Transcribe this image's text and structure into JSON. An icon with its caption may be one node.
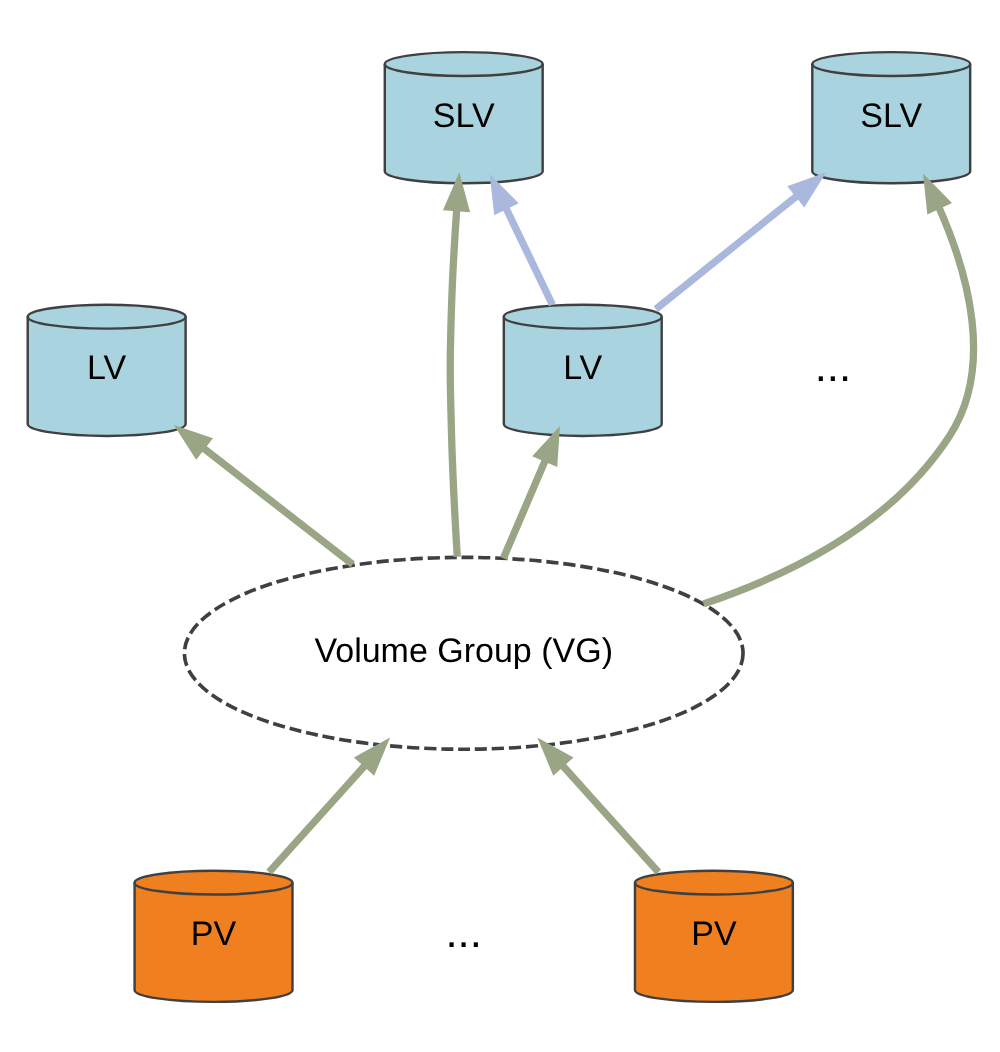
{
  "diagram": {
    "nodes": [
      {
        "text": [
          "LV"
        ]
      },
      {
        "text": [
          "LV"
        ]
      },
      {
        "text": [
          "SLV"
        ]
      },
      {
        "text": [
          "SLV"
        ]
      },
      {
        "text": [
          "Volume Group (VG)"
        ]
      },
      {
        "text": [
          "PV"
        ]
      },
      {
        "text": [
          "PV"
        ]
      }
    ],
    "edges": [
      {
        "from": 4,
        "to": 0,
        "arrow": "to"
      },
      {
        "from": 4,
        "to": 1,
        "arrow": "to"
      },
      {
        "from": 4,
        "to": 2,
        "arrow": "to"
      },
      {
        "from": 4,
        "to": 3,
        "arrow": "to"
      },
      {
        "from": 1,
        "to": 2,
        "arrow": "to",
        "color": "#a9b8dc"
      },
      {
        "from": 1,
        "to": 3,
        "arrow": "to",
        "color": "#a9b8dc"
      },
      {
        "from": 5,
        "to": 4,
        "arrow": "to"
      },
      {
        "from": 6,
        "to": 4,
        "arrow": "to"
      }
    ],
    "labels": [
      "...",
      "..."
    ]
  }
}
